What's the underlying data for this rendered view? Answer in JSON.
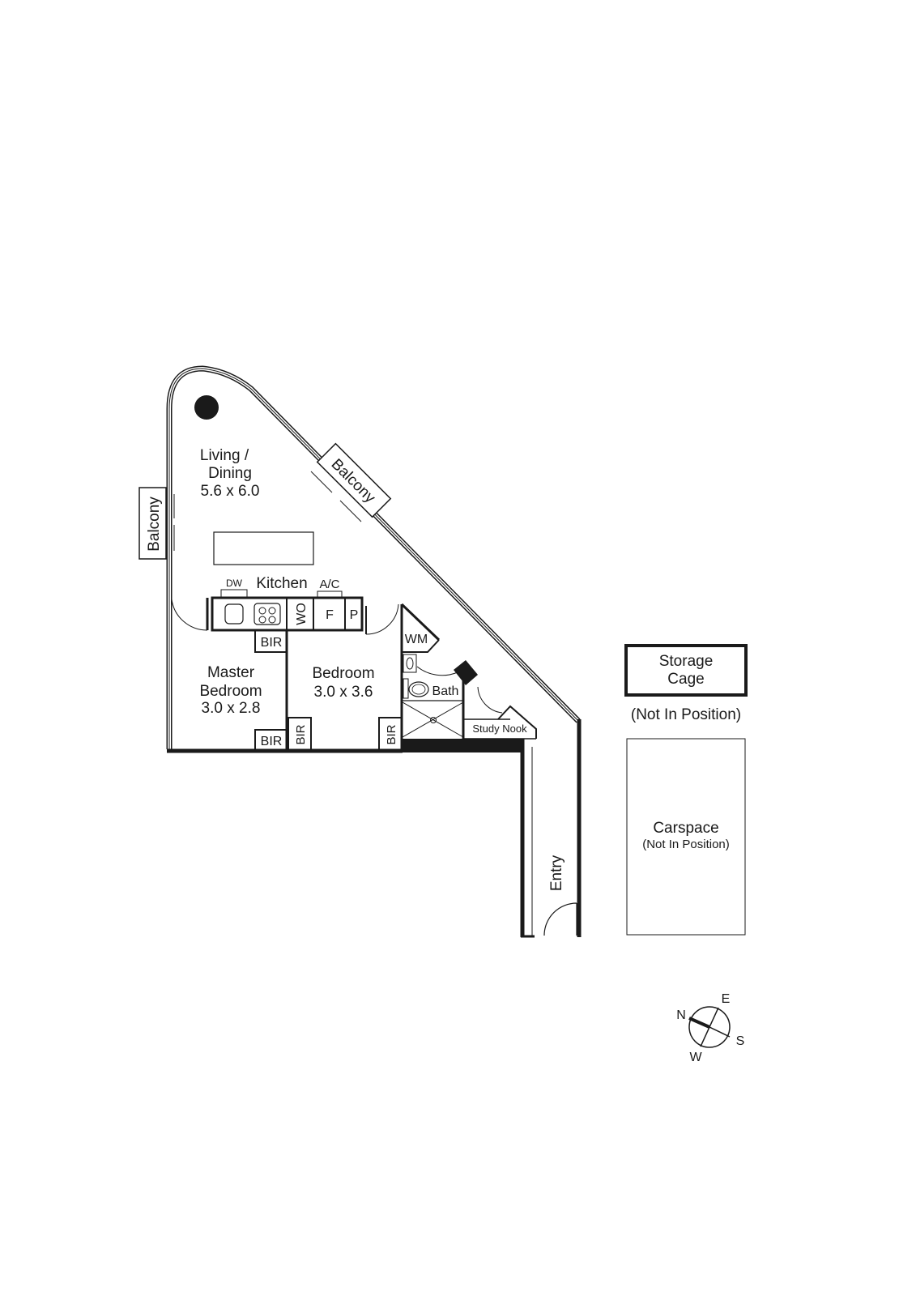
{
  "floorplan": {
    "rooms": {
      "living": {
        "name_line1": "Living /",
        "name_line2": "Dining",
        "dims": "5.6 x 6.0"
      },
      "kitchen": {
        "name": "Kitchen",
        "dw": "DW",
        "ac": "A/C",
        "wo": "WO",
        "f": "F",
        "p": "P"
      },
      "master": {
        "name_line1": "Master",
        "name_line2": "Bedroom",
        "dims": "3.0 x 2.8"
      },
      "bedroom": {
        "name": "Bedroom",
        "dims": "3.0 x 3.6"
      },
      "bath": {
        "name": "Bath"
      },
      "laundry": {
        "wm": "WM"
      },
      "study": {
        "name": "Study Nook"
      },
      "entry": {
        "name": "Entry"
      },
      "balcony_west": {
        "name": "Balcony"
      },
      "balcony_diag": {
        "name": "Balcony"
      },
      "bir_labels": [
        "BIR",
        "BIR",
        "BIR",
        "BIR"
      ]
    },
    "storage": {
      "name_line1": "Storage",
      "name_line2": "Cage",
      "note": "(Not In Position)"
    },
    "carspace": {
      "name": "Carspace",
      "note": "(Not In Position)"
    },
    "compass": {
      "n": "N",
      "e": "E",
      "s": "S",
      "w": "W"
    }
  }
}
